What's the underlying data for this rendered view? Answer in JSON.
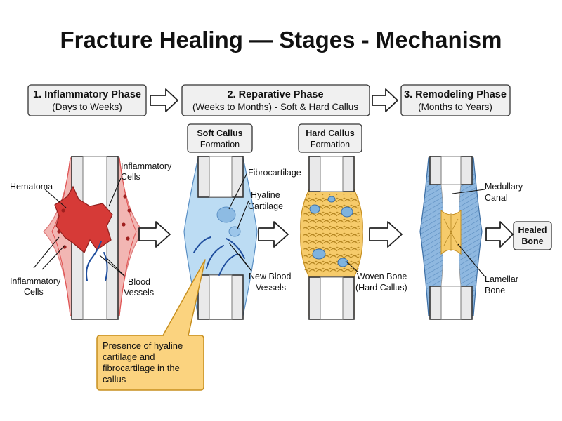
{
  "title": "Fracture Healing — Stages - Mechanism",
  "phases": [
    {
      "title": "1. Inflammatory Phase",
      "subtitle": "(Days to Weeks)"
    },
    {
      "title": "2. Reparative Phase",
      "subtitle": "(Weeks to Months) - Soft & Hard Callus"
    },
    {
      "title": "3. Remodeling Phase",
      "subtitle": "(Months to Years)"
    }
  ],
  "stages": [
    {
      "title": "Soft Callus",
      "subtitle": "Formation"
    },
    {
      "title": "Hard Callus",
      "subtitle": "Formation"
    }
  ],
  "labels": {
    "hematoma": "Hematoma",
    "inflammatory_cells_top": [
      "Inflammatory",
      "Cells"
    ],
    "inflammatory_cells_bottom": [
      "Inflammatory",
      "Cells"
    ],
    "blood_vessels": [
      "Blood",
      "Vessels"
    ],
    "fibrocartilage": "Fibrocartilage",
    "hyaline_cartilage": [
      "Hyaline",
      "Cartilage"
    ],
    "new_blood_vessels": [
      "New Blood",
      "Vessels"
    ],
    "woven_bone": [
      "Woven Bone",
      "(Hard Callus)"
    ],
    "medullary_canal": [
      "Medullary",
      "Canal"
    ],
    "lamellar_bone": [
      "Lamellar",
      "Bone"
    ]
  },
  "healed": [
    "Healed",
    "Bone"
  ],
  "callout": [
    "Presence of hyaline",
    "cartilage and",
    "fibrocartilage in the",
    "callus"
  ],
  "colors": {
    "hematoma": "#d63a37",
    "inflamed_tissue": "#f2b6b3",
    "soft_callus": "#bcdcf3",
    "hard_callus": "#f6cb6b",
    "lamellar": "#8fb8e0",
    "vessel": "#1f4e9e",
    "callout": "#fbd37f"
  }
}
